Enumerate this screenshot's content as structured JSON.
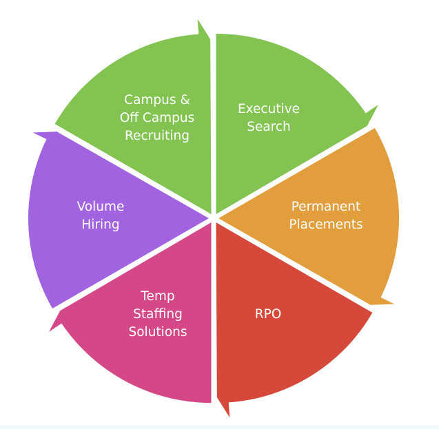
{
  "diagram": {
    "type": "cycle",
    "segments": [
      {
        "lines": [
          "Campus &",
          "Off Campus",
          "Recruiting"
        ],
        "color": "#82c351"
      },
      {
        "lines": [
          "Executive",
          "Search"
        ],
        "color": "#82c351"
      },
      {
        "lines": [
          "Permanent",
          "Placements"
        ],
        "color": "#e29e3d"
      },
      {
        "lines": [
          "RPO"
        ],
        "color": "#d6493a"
      },
      {
        "lines": [
          "Temp",
          "Staffing",
          "Solutions"
        ],
        "color": "#d54887"
      },
      {
        "lines": [
          "Volume",
          "Hiring"
        ],
        "color": "#a163e0"
      }
    ]
  }
}
